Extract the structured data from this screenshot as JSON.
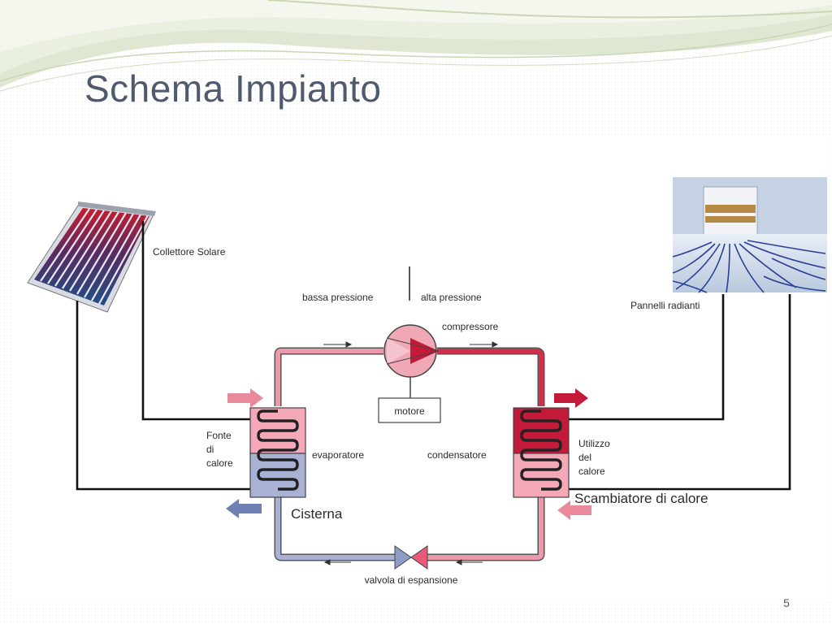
{
  "slide": {
    "title": "Schema Impianto",
    "page_number": "5"
  },
  "diagram": {
    "labels": {
      "collettore_solare": "Collettore Solare",
      "pannelli_radianti": "Pannelli radianti",
      "bassa_pressione": "bassa pressione",
      "alta_pressione": "alta pressione",
      "compressore": "compressore",
      "motore": "motore",
      "fonte_1": "Fonte",
      "fonte_2": "di",
      "fonte_3": "calore",
      "evaporatore": "evaporatore",
      "condensatore": "condensatore",
      "utilizzo_1": "Utilizzo",
      "utilizzo_2": "del",
      "utilizzo_3": "calore",
      "cisterna": "Cisterna",
      "scambiatore": "Scambiatore di calore",
      "valvola": "valvola di espansione"
    },
    "colors": {
      "hot_pipe": "#e58a9c",
      "dark_red": "#c21a38",
      "cold_pipe": "#a9b2d4",
      "arrow_red": "#d9657f",
      "arrow_blue": "#7080b4",
      "line": "#111111",
      "title": "#505a6e"
    }
  }
}
